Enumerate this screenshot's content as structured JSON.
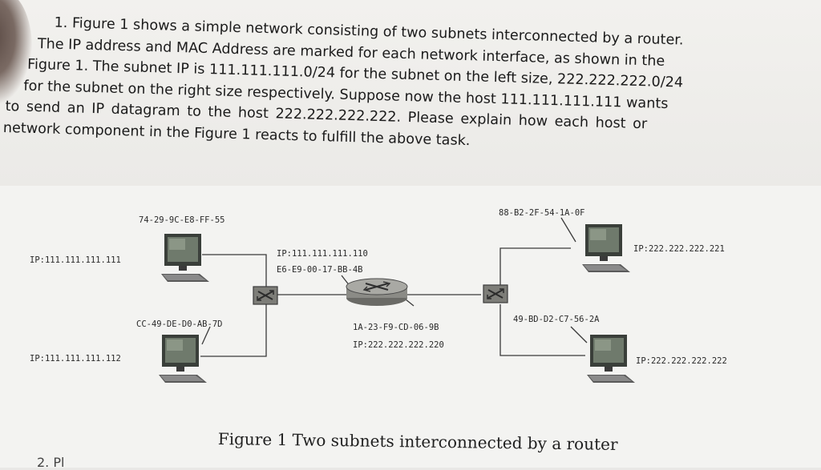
{
  "question": {
    "lines": [
      "1. Figure 1 shows a simple network consisting of two subnets interconnected by a router.",
      "The IP address and MAC Address are marked for each network interface, as shown in the",
      "Figure 1. The subnet IP is 111.111.111.0/24 for the subnet on the left size, 222.222.222.0/24",
      "for the subnet on the right size respectively.   Suppose now the host 111.111.111.111 wants",
      "to send an IP datagram to the host 222.222.222.222. Please explain how each host or",
      "network component in the Figure 1 reacts to fulfill the above task."
    ]
  },
  "diagram": {
    "host_top_left": {
      "mac": "74-29-9C-E8-FF-55",
      "ip": "IP:111.111.111.111"
    },
    "host_bottom_left": {
      "mac": "CC-49-DE-D0-AB-7D",
      "ip": "IP:111.111.111.112"
    },
    "router_left_interface": {
      "ip": "IP:111.111.111.110",
      "mac": "E6-E9-00-17-BB-4B"
    },
    "router_right_interface": {
      "mac": "1A-23-F9-CD-06-9B",
      "ip": "IP:222.222.222.220"
    },
    "host_top_right": {
      "mac": "88-B2-2F-54-1A-0F",
      "ip": "IP:222.222.222.221"
    },
    "host_bottom_right": {
      "mac": "49-BD-D2-C7-56-2A",
      "ip": "IP:222.222.222.222"
    }
  },
  "caption": "Figure 1 Two subnets interconnected by a router",
  "next_question_fragment": "2.   Pl"
}
